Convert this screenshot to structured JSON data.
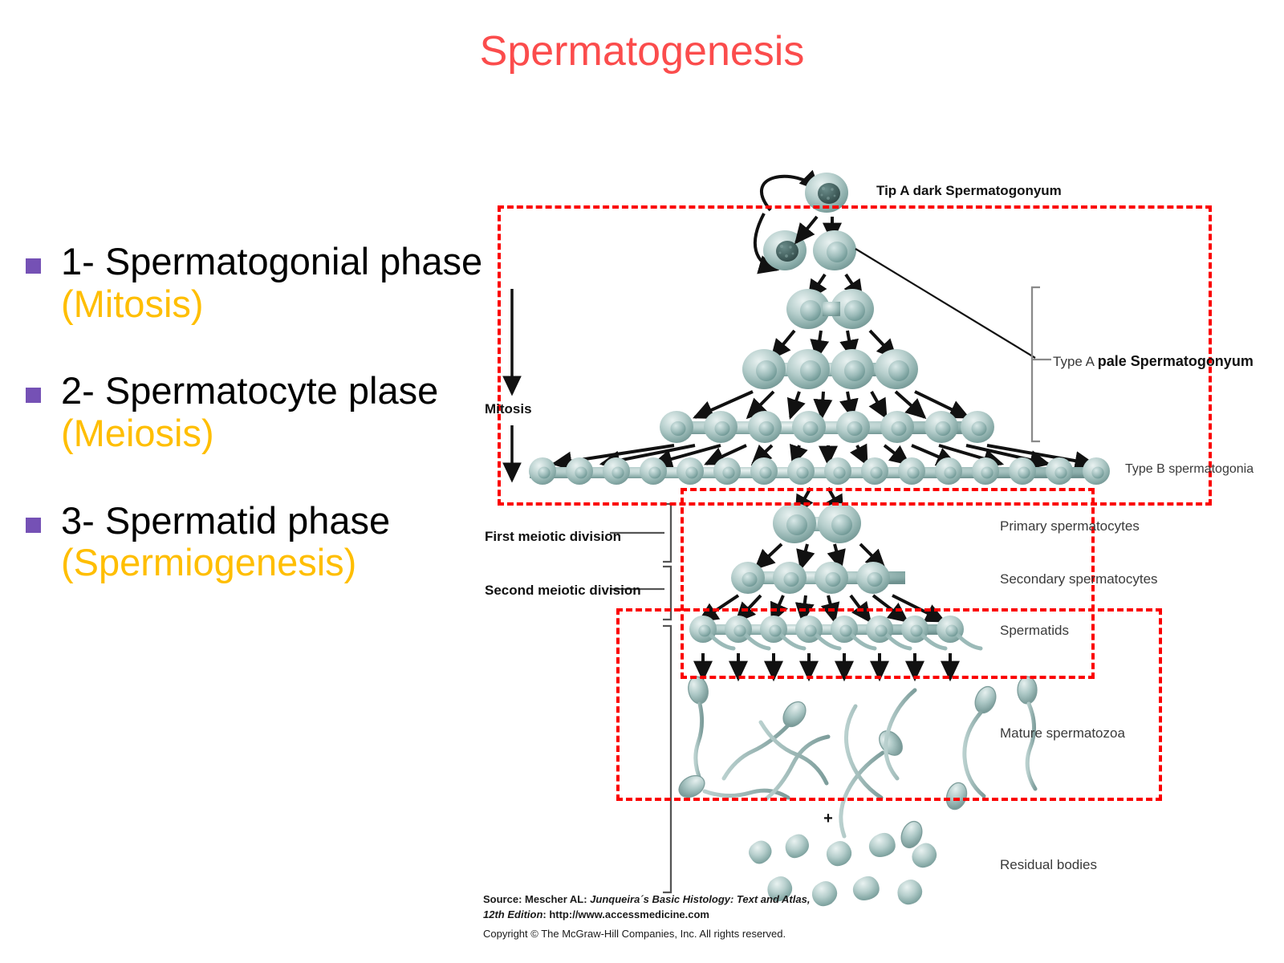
{
  "slide": {
    "title": "Spermatogenesis",
    "title_color": "#fb4c4c",
    "background": "#ffffff"
  },
  "bullets": {
    "marker_color": "#7551b5",
    "main_color": "#000000",
    "sub_color": "#ffbe00",
    "items": [
      {
        "main": "1- Spermatogonial phase",
        "sub": "(Mitosis)"
      },
      {
        "main": "2- Spermatocyte plase",
        "sub": "(Meiosis)"
      },
      {
        "main": "3- Spermatid phase",
        "sub": "(Spermiogenesis)"
      }
    ]
  },
  "figure": {
    "highlight_color": "#fb0000",
    "cell_color": "#8fb3b0",
    "labels": {
      "tip_a_dark": "Tip A dark Spermatogonyum",
      "type_a_prefix": "Type A",
      "type_a_pale": "pale Spermatogonyum",
      "type_b": "Type B spermatogonia",
      "primary_spermatocytes": "Primary spermatocytes",
      "secondary_spermatocytes": "Secondary spermatocytes",
      "spermatids": "Spermatids",
      "mature_spermatozoa": "Mature spermatozoa",
      "residual_bodies": "Residual bodies",
      "mitosis": "Mitosis",
      "first_meiotic_division": "First meiotic division",
      "second_meiotic_division": "Second meiotic division",
      "plus_sign": "+"
    },
    "rows": {
      "type_a_dark_count": 1,
      "type_a_dark_daughter_count": 1,
      "type_a_pale_count": 1,
      "mitosis_row_2_count": 2,
      "mitosis_row_3_count": 4,
      "mitosis_row_4_count": 8,
      "type_b_count": 16,
      "primary_spermatocyte_count": 2,
      "secondary_spermatocyte_count": 4,
      "spermatid_count": 8,
      "mature_spermatozoa_count": 8,
      "residual_body_count": 9
    }
  },
  "source": {
    "line1_prefix": "Source: Mescher AL: ",
    "line1_italic": "Junqueira´s Basic Histology: Text and Atlas,",
    "line2_italic": "12th Edition",
    "line2_rest": ": http://www.accessmedicine.com",
    "copyright": "Copyright © The McGraw-Hill Companies, Inc. All rights reserved."
  }
}
